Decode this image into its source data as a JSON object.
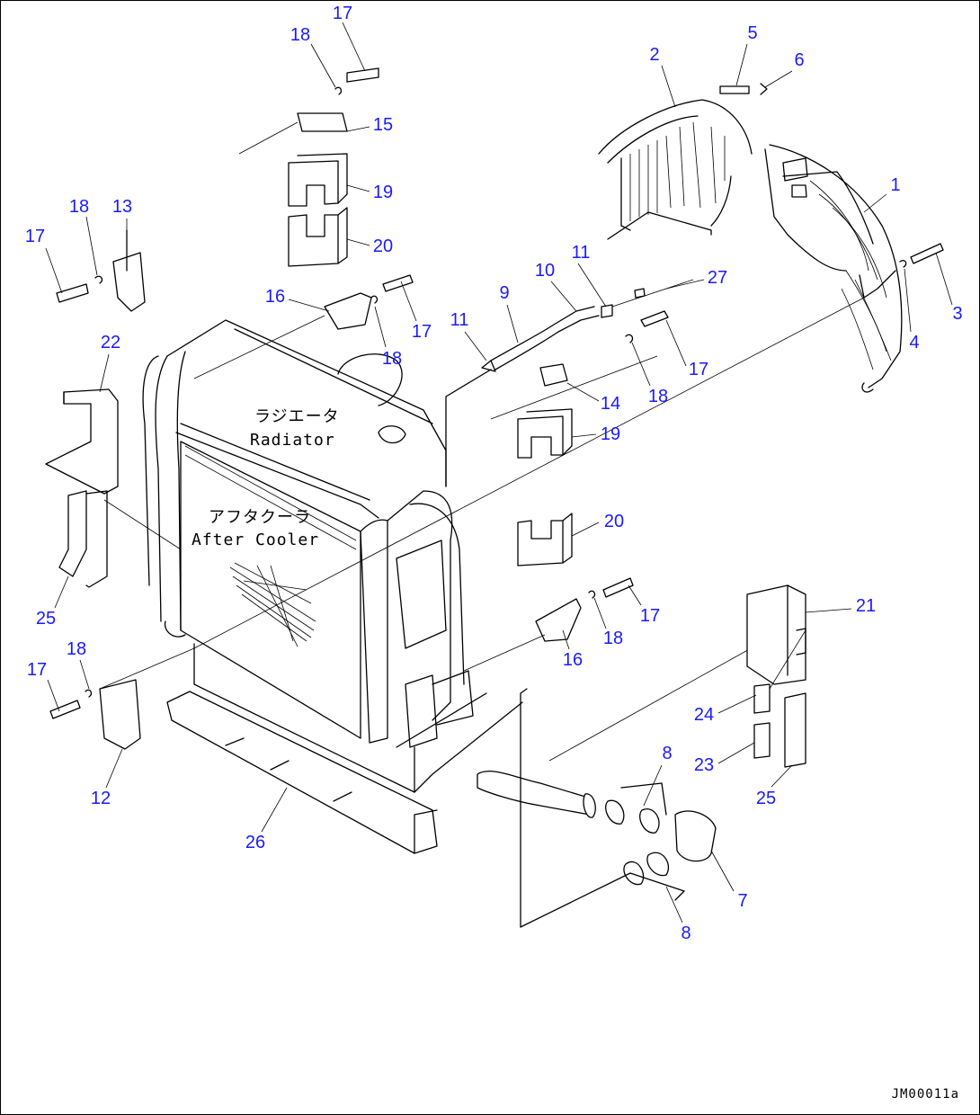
{
  "diagram": {
    "labels": {
      "radiator_jp": "ラジエータ",
      "radiator_en": "Radiator",
      "aftercooler_jp": "アフタクーラ",
      "aftercooler_en": "After Cooler"
    },
    "drawing_code": "JM00011a",
    "callout_color": "#1a1aff",
    "callouts": [
      "17",
      "18",
      "15",
      "19",
      "20",
      "13",
      "18",
      "17",
      "16",
      "17",
      "18",
      "22",
      "25",
      "5",
      "2",
      "6",
      "1",
      "3",
      "4",
      "27",
      "11",
      "10",
      "9",
      "11",
      "17",
      "18",
      "14",
      "19",
      "20",
      "17",
      "18",
      "16",
      "21",
      "24",
      "23",
      "25",
      "8",
      "7",
      "8",
      "26",
      "17",
      "18",
      "12"
    ]
  }
}
